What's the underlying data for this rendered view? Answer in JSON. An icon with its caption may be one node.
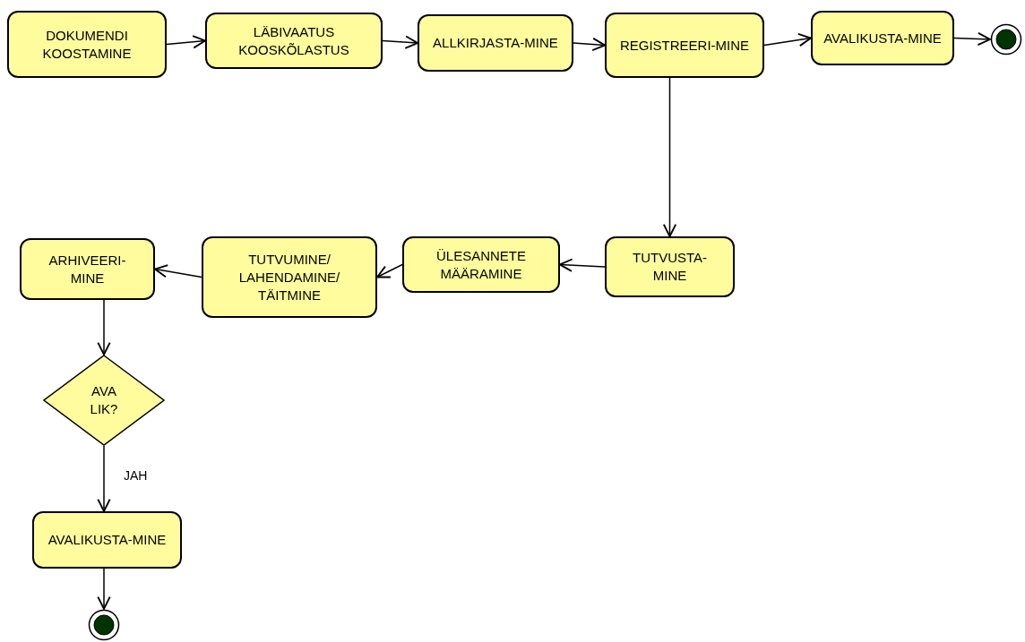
{
  "diagram": {
    "nodes": [
      {
        "text": [
          "DOKUMENDI KOOSTAMINE"
        ]
      },
      {
        "text": [
          "LÄBIVAATUS KOOSKÕLASTUS"
        ]
      },
      {
        "text": [
          "ALLKIRJASTA-MINE"
        ]
      },
      {
        "text": [
          "REGISTREERI-MINE"
        ]
      },
      {
        "text": [
          "AVALIKUSTA-MINE"
        ]
      },
      {
        "text": [],
        "shape": "circle"
      },
      {
        "text": [
          "TUTVUSTA-MINE"
        ]
      },
      {
        "text": [
          "ÜLESANNETE MÄÄRAMINE"
        ]
      },
      {
        "text": [
          "TUTVUMINE/ LAHENDAMINE/ TÄITMINE"
        ]
      },
      {
        "text": [
          "ARHIVEERI-MINE"
        ]
      },
      {
        "text": [
          "AVA LIK?"
        ]
      },
      {
        "text": [
          "AVALIKUSTA-MINE"
        ]
      },
      {
        "text": [],
        "shape": "circle"
      }
    ],
    "edges": [
      {
        "from": 0,
        "to": 1,
        "arrow": "to"
      },
      {
        "from": 1,
        "to": 2,
        "arrow": "to"
      },
      {
        "from": 2,
        "to": 3,
        "arrow": "to"
      },
      {
        "from": 3,
        "to": 4,
        "arrow": "to"
      },
      {
        "from": 4,
        "to": 5,
        "arrow": "to"
      },
      {
        "from": 3,
        "to": 6,
        "arrow": "to"
      },
      {
        "from": 6,
        "to": 7,
        "arrow": "to"
      },
      {
        "from": 7,
        "to": 8,
        "arrow": "to"
      },
      {
        "from": 8,
        "to": 9,
        "arrow": "to"
      },
      {
        "from": 9,
        "to": 10,
        "arrow": "to"
      },
      {
        "from": 10,
        "to": 11,
        "arrow": "to",
        "label": "JAH"
      },
      {
        "from": 11,
        "to": 12,
        "arrow": "to"
      }
    ]
  }
}
